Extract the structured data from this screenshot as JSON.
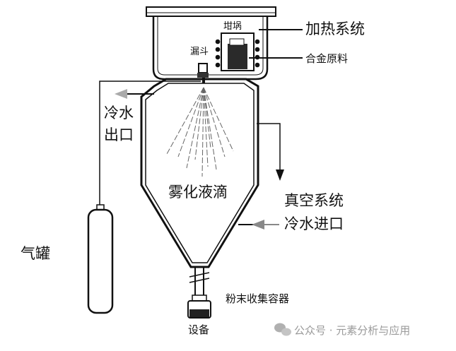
{
  "labels": {
    "crucible": "坩埚",
    "funnel": "漏斗",
    "heating_system": "加热系统",
    "alloy_material": "合金原料",
    "cooling_water_outlet_line1": "冷水",
    "cooling_water_outlet_line2": "出口",
    "atomized_droplets": "雾化液滴",
    "vacuum_system": "真空系统",
    "cooling_water_inlet": "冷水进口",
    "gas_tank": "气罐",
    "powder_collector": "粉末收集容器",
    "equipment": "设备"
  },
  "watermark": {
    "text": "公众号 · 元素分析与应用"
  }
}
